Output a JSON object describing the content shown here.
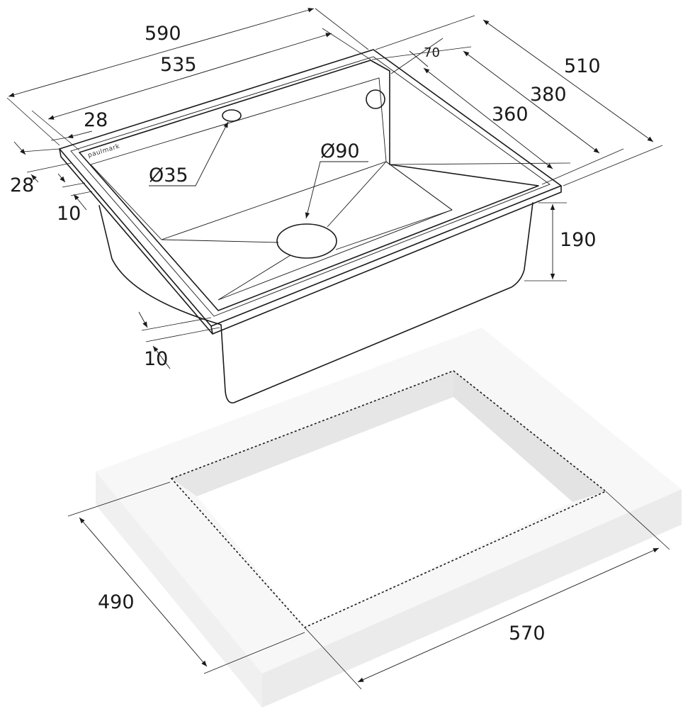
{
  "brand": "paulmark",
  "dimensions": {
    "overall_width": "590",
    "bowl_rim_width": "535",
    "flange_left": "28",
    "flange_front": "28",
    "edge_front": "10",
    "edge_lower": "10",
    "tap_hole_dia": "Ø35",
    "drain_dia": "Ø90",
    "overall_depth": "510",
    "rim_depth": "380",
    "bowl_depth": "360",
    "tap_offset": "70",
    "bowl_height": "190",
    "cutout_depth": "490",
    "cutout_width": "570"
  },
  "colors": {
    "line": "#1a1a1a",
    "countertop_top": "#f7f7f7",
    "countertop_side": "#e8e8e8",
    "countertop_front": "#ececec"
  }
}
